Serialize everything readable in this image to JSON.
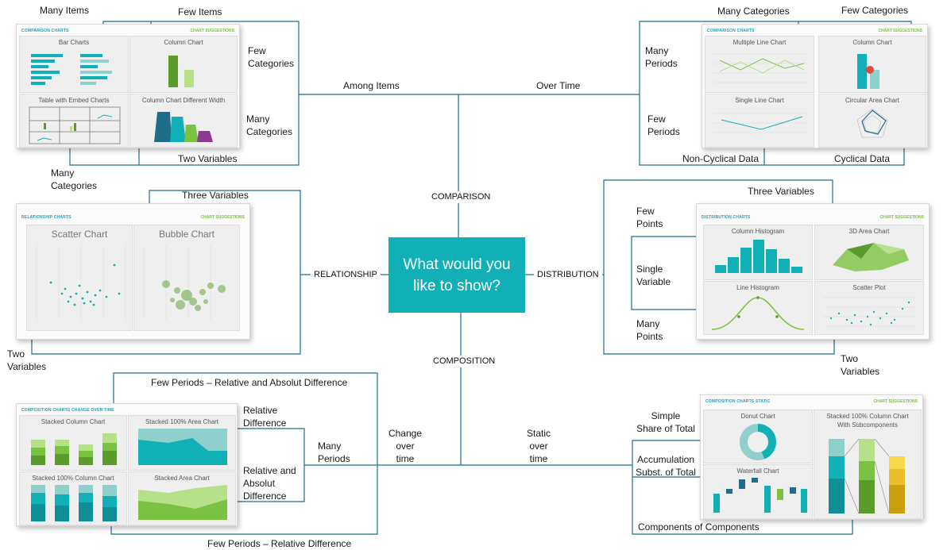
{
  "center": {
    "question_line1": "What would you",
    "question_line2": "like to show?"
  },
  "categories": {
    "comparison": "COMPARISON",
    "relationship": "RELATIONSHIP",
    "distribution": "DISTRIBUTION",
    "composition": "COMPOSITION"
  },
  "comparison": {
    "among_items": "Among Items",
    "over_time": "Over Time",
    "left": {
      "many_items": "Many Items",
      "few_items": "Few Items",
      "few_categories": [
        "Few",
        "Categories"
      ],
      "many_categories_right": [
        "Many",
        "Categories"
      ],
      "two_variables": "Two Variables",
      "many_categories_bottom": [
        "Many",
        "Categories"
      ],
      "card_header": "COMPARISON CHARTS",
      "card_suggest": "CHART SUGGESTIONS",
      "panels": [
        "Bar Charts",
        "Column Chart",
        "Table with Embed Charts",
        "Column Chart Different Width"
      ]
    },
    "right": {
      "many_categories": "Many Categories",
      "few_categories": "Few Categories",
      "many_periods": [
        "Many",
        "Periods"
      ],
      "few_periods": [
        "Few",
        "Periods"
      ],
      "non_cyclical": "Non-Cyclical Data",
      "cyclical": "Cyclical Data",
      "card_header": "COMPARISON CHARTS",
      "card_suggest": "CHART SUGGESTIONS",
      "panels": [
        "Multiple Line Chart",
        "Column Chart",
        "Single Line Chart",
        "Circular Area Chart"
      ]
    }
  },
  "relationship": {
    "three_variables": "Three Variables",
    "two_variables": [
      "Two",
      "Variables"
    ],
    "card_header": "RELATIONSHIP CHARTS",
    "card_suggest": "CHART SUGGESTIONS",
    "panels": [
      "Scatter Chart",
      "Bubble Chart"
    ]
  },
  "distribution": {
    "three_variables": "Three Variables",
    "few_points": [
      "Few",
      "Points"
    ],
    "single_variable": [
      "Single",
      "Variable"
    ],
    "many_points": [
      "Many",
      "Points"
    ],
    "two_variables": [
      "Two",
      "Variables"
    ],
    "card_header": "DISTRIBUTION CHARTS",
    "card_suggest": "CHART SUGGESTIONS",
    "panels": [
      "Column Histogram",
      "3D Area Chart",
      "Line Histogram",
      "Scatter Plot"
    ]
  },
  "composition": {
    "change_over_time": [
      "Change",
      "over",
      "time"
    ],
    "static_over_time": [
      "Static",
      "over",
      "time"
    ],
    "left": {
      "few_periods_rel_abs": "Few Periods – Relative and Absolut Difference",
      "few_periods_rel": "Few Periods – Relative Difference",
      "relative_difference": [
        "Relative",
        "Difference"
      ],
      "relative_absolute": [
        "Relative and",
        "Absolut",
        "Difference"
      ],
      "many_periods": [
        "Many",
        "Periods"
      ],
      "card_header": "COMPOSITION CHARTS CHANGE OVER TIME",
      "panels": [
        "Stacked Column Chart",
        "Stacked 100% Area Chart",
        "Stacked 100% Column Chart",
        "Stacked Area Chart"
      ]
    },
    "right": {
      "simple_share": [
        "Simple",
        "Share of Total"
      ],
      "accumulation": [
        "Accumulation",
        "Subst. of Total"
      ],
      "components": "Components of Components",
      "card_header": "COMPOSITION CHARTS STATIC",
      "card_suggest": "CHART SUGGESTIONS",
      "panels": [
        "Donut Chart",
        "Stacked 100% Column Chart",
        "With Subcomponents",
        "Waterfall Chart"
      ]
    }
  },
  "colors": {
    "teal": "#10b0b6",
    "teal_dark": "#0e8f95",
    "green": "#7cc242",
    "line": "#1e6e8a",
    "dot": "#1a6f85"
  }
}
